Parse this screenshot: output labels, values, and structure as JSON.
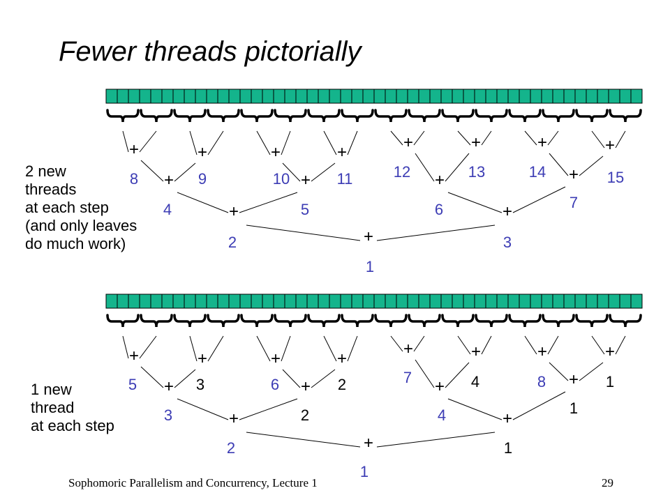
{
  "title": "Fewer threads pictorially",
  "top_note": [
    "2 new",
    "threads",
    "at each step",
    "(and only leaves",
    "do much work)"
  ],
  "bottom_note": [
    "1 new",
    "thread",
    "at each step"
  ],
  "footer": {
    "left": "Sophomoric Parallelism and Concurrency, Lecture 1",
    "right": "29"
  },
  "colors": {
    "cell_fill": "#14b48c",
    "blue": "#3c3cb4",
    "black": "#000000"
  },
  "array_cells": 48,
  "trees": [
    {
      "labels": {
        "n1": {
          "text": "1",
          "color": "blue"
        },
        "n2": {
          "text": "2",
          "color": "blue"
        },
        "n3": {
          "text": "3",
          "color": "blue"
        },
        "n4": {
          "text": "4",
          "color": "blue"
        },
        "n5": {
          "text": "5",
          "color": "blue"
        },
        "n6": {
          "text": "6",
          "color": "blue"
        },
        "n7": {
          "text": "7",
          "color": "blue"
        },
        "l1": {
          "text": "8",
          "color": "blue"
        },
        "l2": {
          "text": "9",
          "color": "blue"
        },
        "l3": {
          "text": "10",
          "color": "blue"
        },
        "l4": {
          "text": "11",
          "color": "blue"
        },
        "l5": {
          "text": "12",
          "color": "blue"
        },
        "l6": {
          "text": "13",
          "color": "blue"
        },
        "l7": {
          "text": "14",
          "color": "blue"
        },
        "l8": {
          "text": "15",
          "color": "blue"
        }
      }
    },
    {
      "labels": {
        "n1": {
          "text": "1",
          "color": "blue"
        },
        "n2": {
          "text": "2",
          "color": "blue"
        },
        "n3": {
          "text": "1",
          "color": "black"
        },
        "n4": {
          "text": "3",
          "color": "blue"
        },
        "n5": {
          "text": "2",
          "color": "black"
        },
        "n6": {
          "text": "4",
          "color": "blue"
        },
        "n7": {
          "text": "1",
          "color": "black"
        },
        "l1": {
          "text": "5",
          "color": "blue"
        },
        "l2": {
          "text": "3",
          "color": "black"
        },
        "l3": {
          "text": "6",
          "color": "blue"
        },
        "l4": {
          "text": "2",
          "color": "black"
        },
        "l5": {
          "text": "7",
          "color": "blue"
        },
        "l6": {
          "text": "4",
          "color": "black"
        },
        "l7": {
          "text": "8",
          "color": "blue"
        },
        "l8": {
          "text": "1",
          "color": "black"
        }
      }
    }
  ]
}
